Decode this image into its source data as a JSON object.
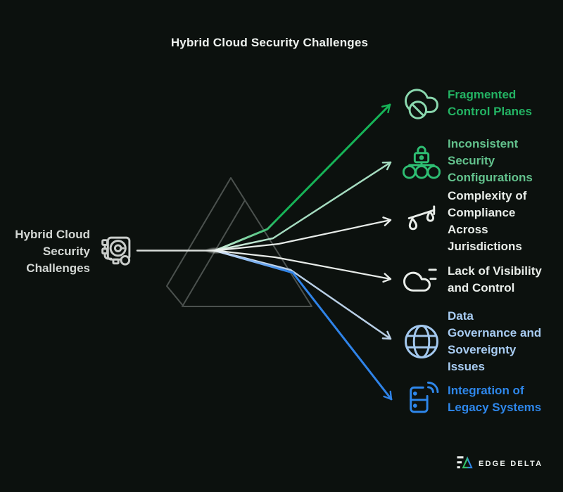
{
  "title": "Hybrid Cloud Security Challenges",
  "colors": {
    "background": "#0c110e",
    "beam": "#d8dcd9",
    "prism_outline": "#4b514e",
    "title_text": "#eef2ef",
    "source_text": "#d3d7d4",
    "source_icon": "#c9cdca",
    "brand_text": "#eef2ef",
    "brand_bar": "#e8ece9",
    "brand_triangle_green": "#35c56b",
    "brand_triangle_blue": "#2f86e6"
  },
  "source": {
    "label": "Hybrid Cloud\nSecurity\nChallenges",
    "icon": "safe-vault-icon"
  },
  "items": [
    {
      "label": "Fragmented\nControl Planes",
      "icon": "cloud-ban-icon",
      "text_color": "#23b363",
      "icon_color": "#8ad8ae",
      "ray_color": "#16b457",
      "ray_tint": "#d9efe2"
    },
    {
      "label": "Inconsistent\nSecurity\nConfigurations",
      "icon": "lock-hierarchy-icon",
      "text_color": "#63c28d",
      "icon_color": "#2ebd72",
      "ray_color": "#a5dcc0",
      "ray_tint": "#e4f2ea"
    },
    {
      "label": "Complexity of\nCompliance\nAcross\nJurisdictions",
      "icon": "scales-icon",
      "text_color": "#e9ede9",
      "icon_color": "#e9ede9",
      "ray_color": "#e7ebe8",
      "ray_tint": "#e7ebe8"
    },
    {
      "label": "Lack of Visibility\nand Control",
      "icon": "cloud-lines-icon",
      "text_color": "#e9ede9",
      "icon_color": "#e9ede9",
      "ray_color": "#e7ebe8",
      "ray_tint": "#e7ebe8"
    },
    {
      "label": "Data\nGovernance and\nSovereignty\nIssues",
      "icon": "globe-icon",
      "text_color": "#a8ccf2",
      "icon_color": "#a3c8ee",
      "ray_color": "#b9cfe6",
      "ray_tint": "#e6edf5"
    },
    {
      "label": "Integration of\nLegacy Systems",
      "icon": "server-wireless-icon",
      "text_color": "#2e87eb",
      "icon_color": "#2e87eb",
      "ray_color": "#2f83e8",
      "ray_tint": "#dbe7f5"
    }
  ],
  "footer": {
    "brand": "EDGE DELTA"
  }
}
